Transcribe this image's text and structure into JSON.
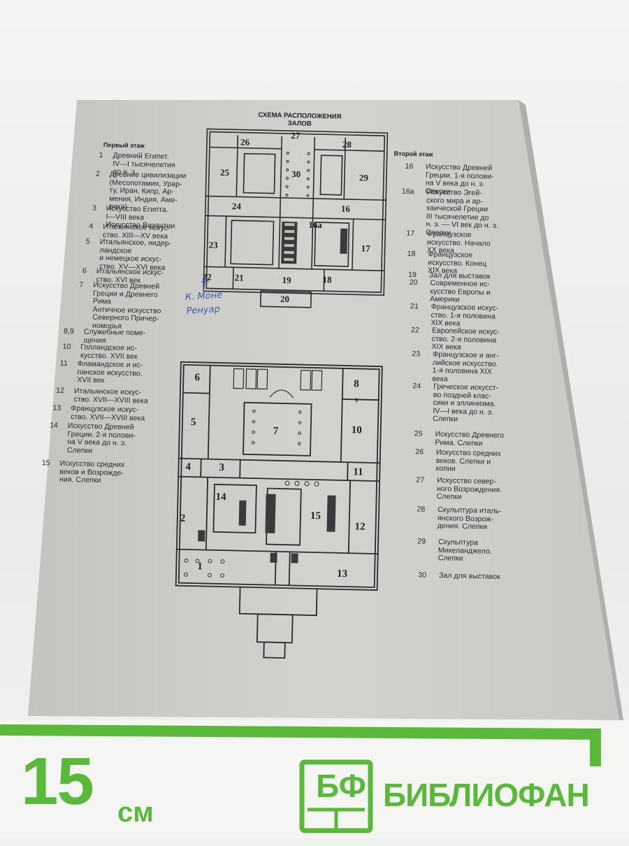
{
  "title": "СХЕМА РАСПОЛОЖЕНИЯ\nЗАЛОВ",
  "floor1": {
    "heading": "Первый этаж",
    "items": [
      {
        "num": "1",
        "desc": "Древний Египет.\nIV—I тысячелетия\nдо н. э."
      },
      {
        "num": "2",
        "desc": "Древние цивилизации\n(Месопотамия, Урар-\nту, Иран, Кипр, Ар-\nмения, Индия, Аме-\nрика)"
      },
      {
        "num": "3",
        "desc": "Искусство Египта.\nI—VIII века\nИскусство Византии"
      },
      {
        "num": "4",
        "desc": "Итальянское искус-\nство. XIII—XV века"
      },
      {
        "num": "5",
        "desc": "Итальянское, нидер-\nландское\nи немецкое искус-\nство. XV—XVI века"
      },
      {
        "num": "6",
        "desc": "Итальянское искус-\nство. XVI век"
      },
      {
        "num": "7",
        "desc": "Искусство Древней\nГреции и Древнего\nРима\nАнтичное искусство\nСеверного Причер-\nноморья"
      },
      {
        "num": "8,9",
        "desc": "Служебные поме-\nщения"
      },
      {
        "num": "10",
        "desc": "Голландское ис-\nкусство. XVII век"
      },
      {
        "num": "11",
        "desc": "Фламандское и ис-\nпанское искусство.\nXVII век"
      },
      {
        "num": "12",
        "desc": "Итальянское искус-\nство. XVII—XVIII века"
      },
      {
        "num": "13",
        "desc": "Французское искус-\nство. XVII—XVIII века"
      },
      {
        "num": "14",
        "desc": "Искусство Древней\nГреции. 2-я полови-\nна V века до н. э.\nСлепки"
      },
      {
        "num": "15",
        "desc": "Искусство средних\nвеков и Возрожде-\nния. Слепки"
      }
    ]
  },
  "floor2": {
    "heading": "Второй этаж",
    "items": [
      {
        "num": "16",
        "desc": "Искусство Древней\nГреции. 1-я полови-\nна V века до н. э.\nСлепки"
      },
      {
        "num": "16a",
        "desc": "Искусство Эгей-\nского мира и ар-\nхаической Греции\nIII тысячелетие до\nн. э. — VI век до н. э.\nСлепки"
      },
      {
        "num": "17",
        "desc": "Французское\nискусство. Начало\nXX века"
      },
      {
        "num": "18",
        "desc": "Французское\nискусство. Конец\nXIX века"
      },
      {
        "num": "19",
        "desc": "Зал для выставок"
      },
      {
        "num": "20",
        "desc": "Современное ис-\nкусство Европы и\nАмерики"
      },
      {
        "num": "21",
        "desc": "Французское искус-\nство. 1-я половина\nXIX века"
      },
      {
        "num": "22",
        "desc": "Европейское искус-\nство. 2-я половина\nXIX века"
      },
      {
        "num": "23",
        "desc": "Французское и анг-\nлийское искусство.\n1-я половина XIX\nвека"
      },
      {
        "num": "24",
        "desc": "Греческое искусст-\nво поздней клас-\nсики и эллинизма.\nIV—I века до н. э.\nСлепки"
      },
      {
        "num": "25",
        "desc": "Искусство Древнего\nРима. Слепки"
      },
      {
        "num": "26",
        "desc": "Искусство средних\nвеков. Слепки и\nкопии"
      },
      {
        "num": "27",
        "desc": "Искусство север-\nного Возрождения.\nСлепки"
      },
      {
        "num": "28",
        "desc": "Скульптура италь-\nянского Возрож-\nдения. Слепки"
      },
      {
        "num": "29",
        "desc": "Скульптура\nМикеланджело.\nСлепки"
      },
      {
        "num": "30",
        "desc": "Зал для выставок"
      }
    ]
  },
  "upper_plan_labels": [
    "26",
    "27",
    "28",
    "25",
    "30",
    "29",
    "24",
    "16",
    "16a",
    "23",
    "17",
    "22",
    "21",
    "19",
    "18",
    "20"
  ],
  "lower_plan_labels": [
    "6",
    "8",
    "9",
    "5",
    "7",
    "10",
    "4",
    "3",
    "11",
    "14",
    "15",
    "2",
    "12",
    "1",
    "13"
  ],
  "handwriting": {
    "line1": "К. Моне",
    "line2": "Ренуар"
  },
  "banner": {
    "size": "15",
    "unit": "см",
    "logo": "БФ",
    "brand": "БИБЛИОФАН"
  },
  "colors": {
    "paper": "#cdcdc9",
    "ink": "#2a2a2a",
    "banner_green": "#5ab93a",
    "pen_blue": "#3f58a8"
  }
}
